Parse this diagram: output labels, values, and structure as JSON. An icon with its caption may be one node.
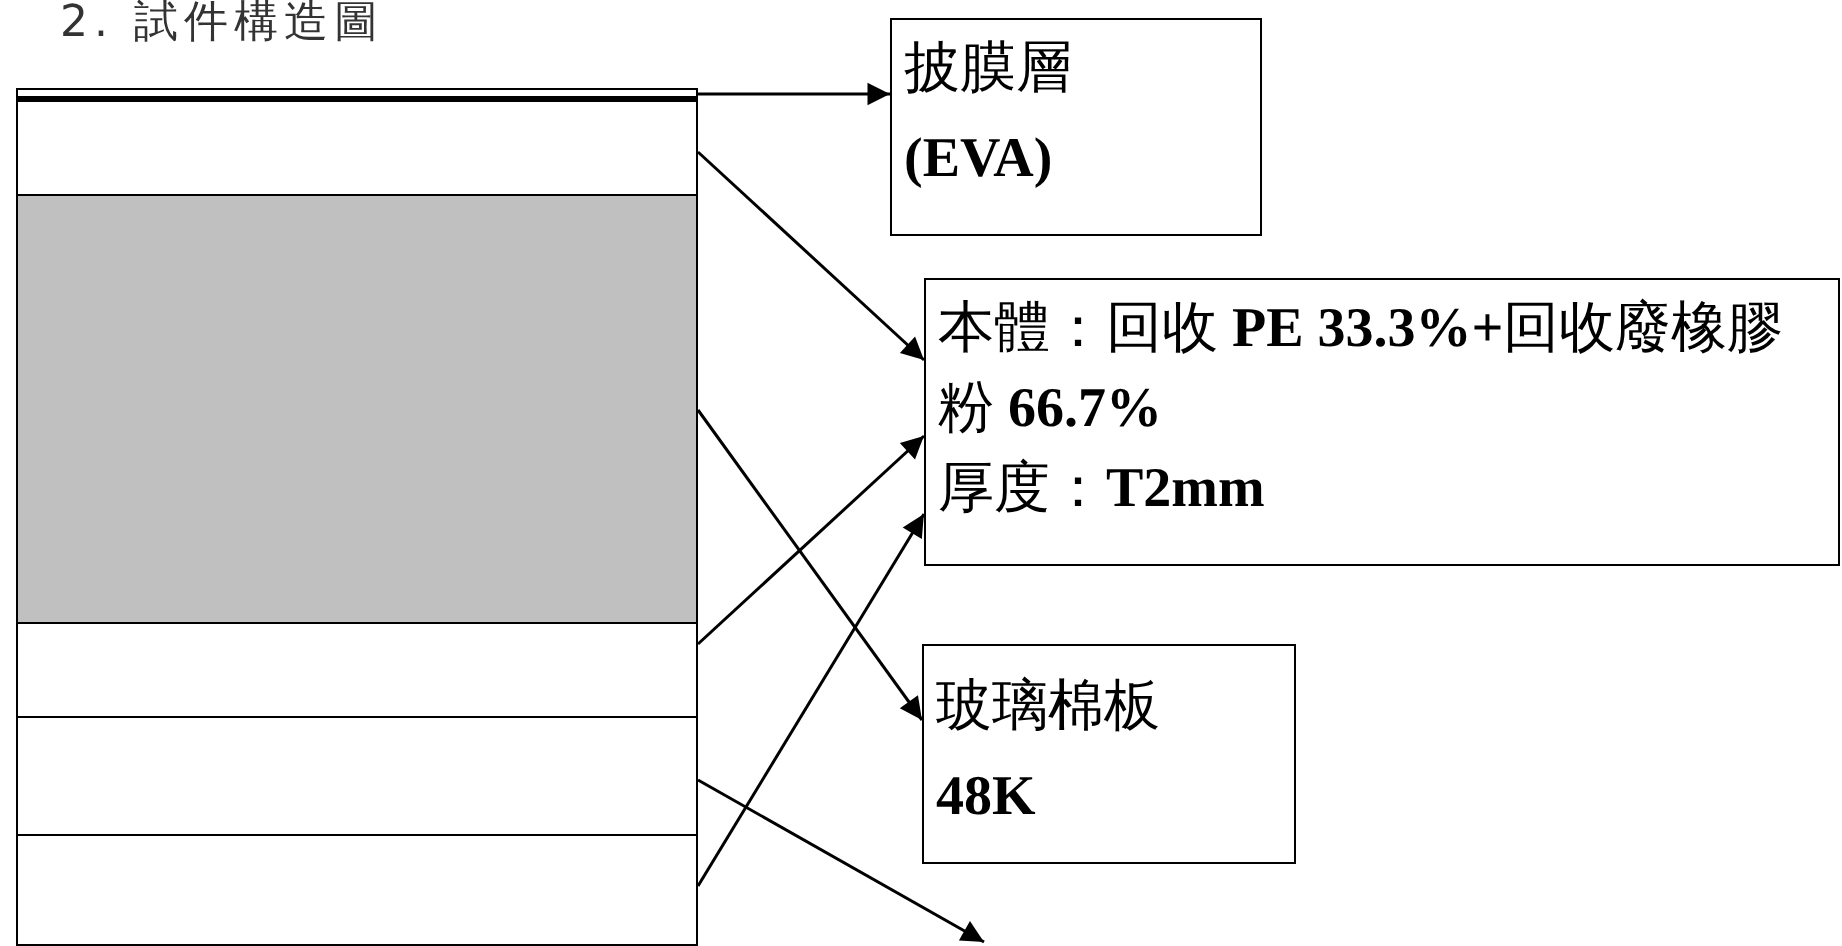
{
  "diagram": {
    "title": "2. 試件構造圖",
    "nodes": [
      {
        "text": [],
        "shape": "bar"
      },
      {
        "text": [],
        "shape": "bar"
      },
      {
        "text": [],
        "shape": "bar"
      },
      {
        "text": [],
        "shape": "bar"
      },
      {
        "text": [],
        "shape": "bar"
      },
      {
        "text": [],
        "shape": "bar"
      },
      {
        "text": [
          "披膜層",
          "(EVA)"
        ]
      },
      {
        "text": [
          "本體：回收 **PE 33.3%+**回收廢橡膠粉 **66.7%**",
          "厚度：**T2mm**"
        ]
      },
      {
        "text": [
          "玻璃棉板",
          "48K"
        ]
      }
    ],
    "edges": [
      {
        "from": 0,
        "to": 6,
        "arrow": "to"
      },
      {
        "from": 1,
        "to": 7,
        "arrow": "to"
      },
      {
        "from": 2,
        "to": 8,
        "arrow": "to"
      },
      {
        "from": 3,
        "to": 7,
        "arrow": "to"
      },
      {
        "from": 4,
        "to": null,
        "arrow": "to"
      },
      {
        "from": 5,
        "to": 7,
        "arrow": "to"
      }
    ]
  }
}
